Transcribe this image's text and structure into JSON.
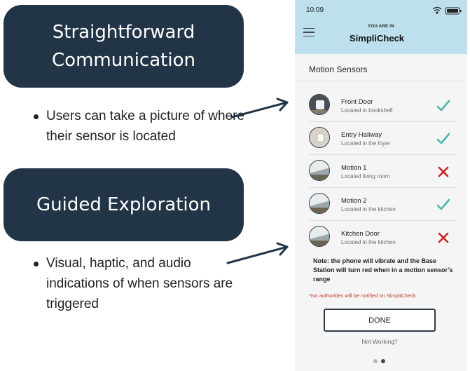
{
  "callouts": [
    {
      "line1": "Straightforward",
      "line2": "Communication"
    },
    {
      "line1": "Guided Exploration"
    }
  ],
  "bullets": [
    "Users can take a picture of where their sensor is located",
    "Visual, haptic, and audio indications of when sensors are triggered"
  ],
  "phone": {
    "status_time": "10:09",
    "header_kicker": "YOU ARE IN",
    "app_name": "SimpliCheck",
    "section_title": "Motion Sensors",
    "sensors": [
      {
        "name": "Front Door",
        "location": "Located in bookshelf",
        "status": "ok"
      },
      {
        "name": "Entry Hallway",
        "location": "Located in the foyer",
        "status": "ok"
      },
      {
        "name": "Motion 1",
        "location": "Located living room",
        "status": "fail"
      },
      {
        "name": "Motion 2",
        "location": "Located in the kitchen",
        "status": "ok"
      },
      {
        "name": "Kitchen Door",
        "location": "Located in the kitchen",
        "status": "fail"
      }
    ],
    "note": "Note: the phone will vibrate and the Base Station will turn red when in a motion sensor’s range",
    "disclaimer": "*No authorities will be notified on SimpliCheck",
    "done_label": "DONE",
    "not_working_label": "Not Working?",
    "pager": {
      "count": 2,
      "active": 2
    }
  },
  "colors": {
    "callout_bg": "#223547",
    "header_bg": "#bde0ec",
    "check": "#4db6ac",
    "cross": "#c62828",
    "disclaimer": "#c0392b"
  }
}
